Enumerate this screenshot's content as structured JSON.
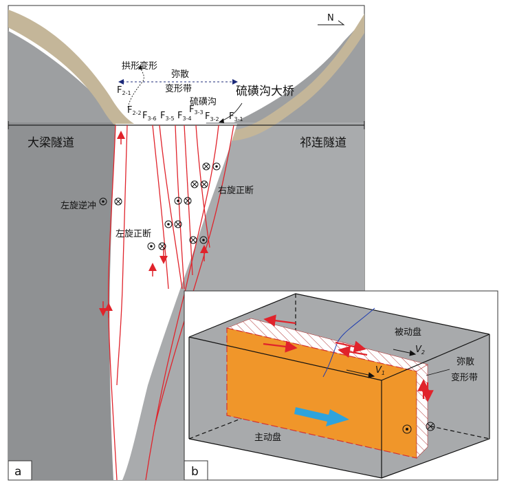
{
  "panel_a": {
    "letter": "a",
    "north": "N",
    "arch_deformation": "拱形变形",
    "diffuse_zone_1": "弥散",
    "diffuse_zone_2": "变形带",
    "bridge": "硫磺沟大桥",
    "gully": "硫磺沟",
    "left_tunnel": "大梁隧道",
    "right_tunnel": "祁连隧道",
    "left_lateral_thrust": "左旋逆冲",
    "left_lateral_normal": "左旋正断",
    "right_lateral_normal": "右旋正断",
    "faults": [
      {
        "main": "F",
        "sub": "2-1"
      },
      {
        "main": "F",
        "sub": "2-2"
      },
      {
        "main": "F",
        "sub": "3-6"
      },
      {
        "main": "F",
        "sub": "3-5"
      },
      {
        "main": "F",
        "sub": "3-4"
      },
      {
        "main": "F",
        "sub": "3-3"
      },
      {
        "main": "F",
        "sub": "3-2"
      },
      {
        "main": "F",
        "sub": "3-1"
      }
    ]
  },
  "panel_b": {
    "letter": "b",
    "passive_wall": "被动盘",
    "active_wall": "主动盘",
    "v1": {
      "main": "V",
      "sub": "1"
    },
    "v2": {
      "main": "V",
      "sub": "2"
    },
    "diffuse_zone_1": "弥散",
    "diffuse_zone_2": "变形带"
  },
  "colors": {
    "grey_rock": "#a8aaac",
    "dark_grey_rock": "#8e9092",
    "soil": "#c4b699",
    "water": "#1e9fd8",
    "fault_red": "#e0232b",
    "orange": "#f0962a",
    "blue_arrow": "#2ea3dc"
  }
}
